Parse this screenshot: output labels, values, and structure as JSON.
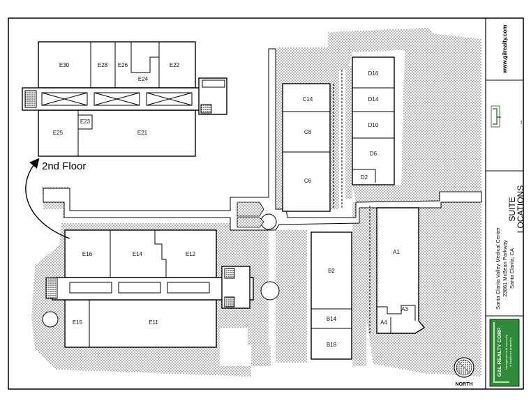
{
  "website": "www.gilrealty.com",
  "title": {
    "line1": "SUITE",
    "line2": "LOCATIONS"
  },
  "property": {
    "name": "Santa Clarita Valley Medical Center",
    "address": "23861 McBean Parkway",
    "city": "Santa Clarita, CA"
  },
  "company": {
    "name": "G&L REALTY CORP",
    "tagline_1": "Management and ownership",
    "tagline_2": "of healthcare properties"
  },
  "floor_label": "2nd Floor",
  "north_label": "NORTH",
  "suites": {
    "E30": "E30",
    "E28": "E28",
    "E26": "E26",
    "E24": "E24",
    "E22": "E22",
    "E23": "E23",
    "E25": "E25",
    "E21": "E21",
    "E16": "E16",
    "E14": "E14",
    "E12": "E12",
    "E15": "E15",
    "E11": "E11",
    "C14": "C14",
    "C8": "C8",
    "C6": "C6",
    "D16": "D16",
    "D14": "D14",
    "D10": "D10",
    "D6": "D6",
    "D2": "D2",
    "B2": "B2",
    "B14": "B14",
    "B18": "B18",
    "A1": "A1",
    "A3": "A3",
    "A4": "A4"
  },
  "colors": {
    "logo_green": "#2f8a3a",
    "line": "#000000",
    "stipple": "#555555"
  }
}
